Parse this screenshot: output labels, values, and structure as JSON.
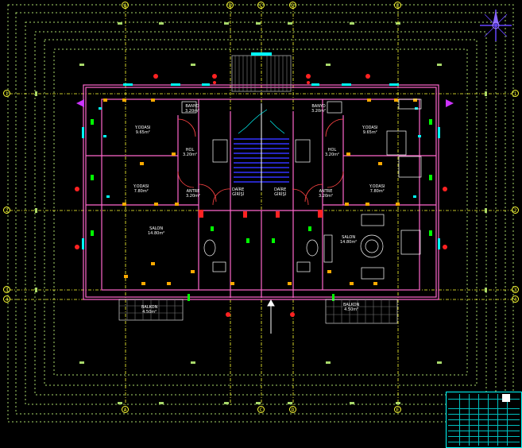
{
  "drawing": {
    "rooms_left": [
      {
        "id": "yodasi-1-l",
        "name": "Y.ODASI",
        "area": "9.65m²"
      },
      {
        "id": "yodasi-2-l",
        "name": "Y.ODASI",
        "area": "7.80m²"
      },
      {
        "id": "salon-l",
        "name": "SALON",
        "area": "14.80m²"
      },
      {
        "id": "hol-l",
        "name": "HOL",
        "area": "3.20m²"
      },
      {
        "id": "antre-l",
        "name": "ANTRE",
        "area": "3.20m²"
      },
      {
        "id": "banyo-l",
        "name": "BANYO",
        "area": "3.20m²"
      },
      {
        "id": "balkon-l",
        "name": "BALKON",
        "area": "4.50m²"
      }
    ],
    "rooms_right": [
      {
        "id": "yodasi-1-r",
        "name": "Y.ODASI",
        "area": "9.65m²"
      },
      {
        "id": "yodasi-2-r",
        "name": "Y.ODASI",
        "area": "7.80m²"
      },
      {
        "id": "salon-r",
        "name": "SALON",
        "area": "14.80m²"
      },
      {
        "id": "hol-r",
        "name": "HOL",
        "area": "3.20m²"
      },
      {
        "id": "antre-r",
        "name": "ANTRE",
        "area": "3.20m²"
      },
      {
        "id": "banyo-r",
        "name": "BANYO",
        "area": "3.20m²"
      },
      {
        "id": "balkon-r",
        "name": "BALKON",
        "area": "4.50m²"
      }
    ],
    "entrances": [
      {
        "id": "daire-girisi-l",
        "line1": "DAİRE",
        "line2": "GİRİŞİ"
      },
      {
        "id": "daire-girisi-r",
        "line1": "DAİRE",
        "line2": "GİRİŞİ"
      }
    ],
    "grid_top": [
      "A",
      "B",
      "C",
      "D",
      "E"
    ],
    "grid_side": [
      "1",
      "2",
      "3",
      "4"
    ],
    "colors": {
      "background": "#000000",
      "walls": "#ff66cc",
      "grid": "#ffff33",
      "dimension": "#a8d86a",
      "stair": "#3333ff",
      "cyan": "#00ffff",
      "red": "#ff2222",
      "green": "#00ff00",
      "white": "#ffffff",
      "orange": "#ffaa00"
    },
    "north_arrow_icon": "north-arrow-icon"
  }
}
